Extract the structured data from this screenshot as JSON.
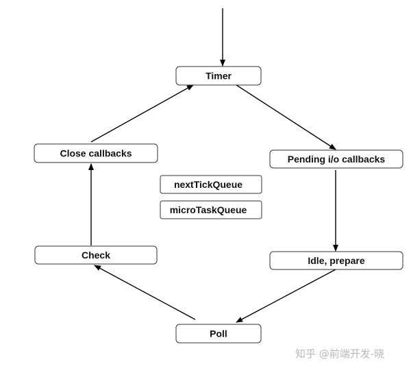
{
  "nodes": {
    "timer": "Timer",
    "pending": "Pending i/o callbacks",
    "idle": "Idle, prepare",
    "poll": "Poll",
    "check": "Check",
    "close": "Close callbacks",
    "next_tick": "nextTickQueue",
    "micro_task": "microTaskQueue"
  },
  "watermark": "知乎 @前端开发-晓"
}
